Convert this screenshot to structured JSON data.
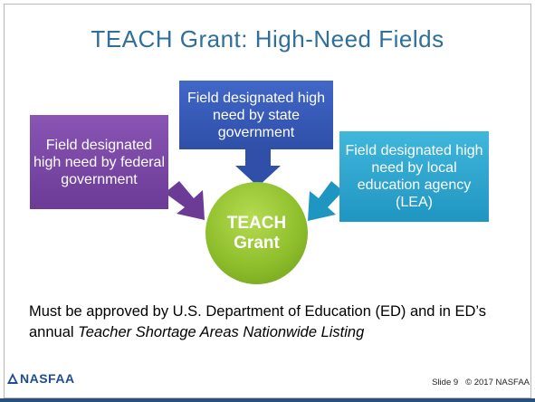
{
  "slide": {
    "title": "TEACH Grant: High-Need Fields",
    "boxes": {
      "state": "Field designated high need by state government",
      "federal": "Field designated high need by federal government",
      "local": "Field designated high need by local education agency (LEA)"
    },
    "center": "TEACH Grant",
    "note_plain": "Must be approved by U.S. Department of Education (ED) and in ED’s annual ",
    "note_italic": "Teacher Shortage Areas Nationwide Listing",
    "logo_text": "NASFAA",
    "slide_number": "Slide 9",
    "copyright": "© 2017 NASFAA"
  },
  "colors": {
    "title": "#2e6f9b",
    "state_box": "#3a5fbf",
    "federal_box": "#7a48a6",
    "local_box": "#2ea8d3",
    "circle": "#8fbf2c"
  }
}
